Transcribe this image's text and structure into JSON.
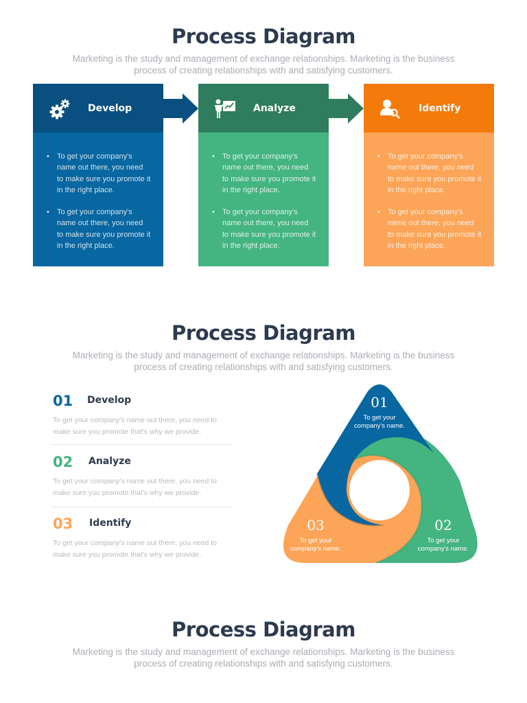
{
  "sections": [
    {
      "title": "Process Diagram",
      "subtitle": "Marketing is the study and management of exchange relationships. Marketing is the business process of creating relationships with and satisfying customers."
    },
    {
      "title": "Process Diagram",
      "subtitle": "Marketing is the study and management of exchange relationships. Marketing is the business process of creating relationships with and satisfying customers."
    },
    {
      "title": "Process Diagram",
      "subtitle": "Marketing is the study and management of exchange relationships. Marketing is the business process of creating relationships with and satisfying customers."
    }
  ],
  "columns": [
    {
      "label": "Develop",
      "icon": "gears-icon",
      "header_color": "#094f7f",
      "body_color": "#0866a0",
      "bullets": [
        "To get your company's name out there, you need to make sure you promote it in the right place.",
        "To get your company's name out there, you need to make sure you promote it in the right place."
      ]
    },
    {
      "label": "Analyze",
      "icon": "presentation-icon",
      "header_color": "#2f7d5e",
      "body_color": "#44b481",
      "bullets": [
        "To get your company's name out there, you need to make sure you promote it in the right place.",
        "To get your company's name out there, you need to make sure you promote it in the right place."
      ]
    },
    {
      "label": "Identify",
      "icon": "user-search-icon",
      "header_color": "#f47a0c",
      "body_color": "#fca457",
      "bullets": [
        "To get your company's name out there, you need to make sure you promote it in the right place.",
        "To get your company's name out there, you need to make sure you promote it in the right place."
      ]
    }
  ],
  "steps": [
    {
      "number": "01",
      "label": "Develop",
      "color": "#0866a0",
      "description": "To get your company's name out there, you need to make sure you promote that's why we provide."
    },
    {
      "number": "02",
      "label": "Analyze",
      "color": "#44b481",
      "description": "To get your company's name out there, you need to make sure you promote that's why we provide."
    },
    {
      "number": "03",
      "label": "Identify",
      "color": "#fca457",
      "description": "To get your company's name out there, you need to make sure you promote that's why we provide."
    }
  ],
  "triangle": [
    {
      "number": "01",
      "line1": "To get your",
      "line2": "company's name.",
      "color": "#0866a0"
    },
    {
      "number": "02",
      "line1": "To get your",
      "line2": "company's name.",
      "color": "#44b481"
    },
    {
      "number": "03",
      "line1": "To get your",
      "line2": "company's name.",
      "color": "#fca457"
    }
  ]
}
